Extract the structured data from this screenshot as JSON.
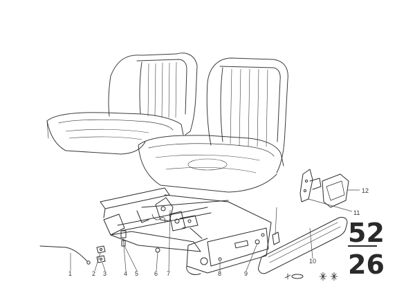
{
  "diagram": {
    "callouts": [
      "1",
      "2",
      "3",
      "4",
      "5",
      "6",
      "7",
      "8",
      "9",
      "10",
      "11",
      "12"
    ],
    "group_code": {
      "main": "52",
      "sub": "26"
    },
    "colors": {
      "ink": "#2a2a2a",
      "light_ink": "#555555",
      "background": "#ffffff"
    }
  }
}
